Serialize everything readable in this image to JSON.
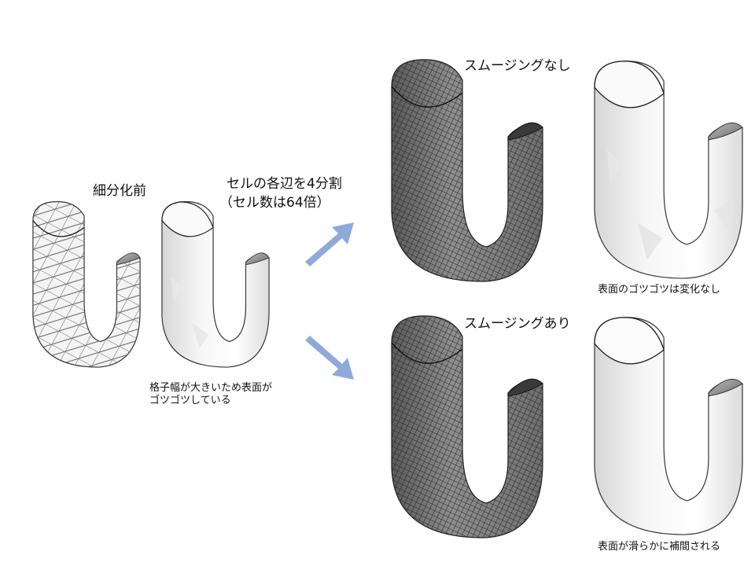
{
  "labels": {
    "before": "細分化前",
    "subdivide_line1": "セルの各辺を4分割",
    "subdivide_line2": "（セル数は64倍）",
    "before_note_line1": "格子幅が大きいため表面が",
    "before_note_line2": "ゴツゴツしている",
    "no_smoothing": "スムージングなし",
    "no_smoothing_note": "表面のゴツゴツは変化なし",
    "with_smoothing": "スムージングあり",
    "with_smoothing_note": "表面が滑らかに補間される"
  },
  "colors": {
    "arrow": "#8eaadb"
  }
}
